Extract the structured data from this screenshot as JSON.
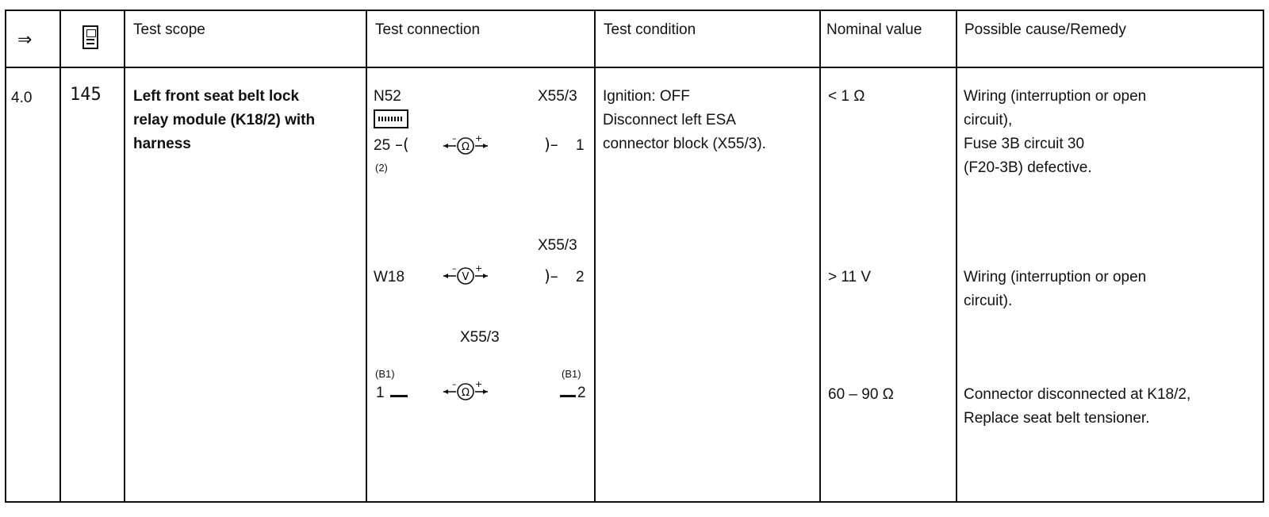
{
  "header": {
    "arrow_symbol": "⇒",
    "icon": "tester-device-icon",
    "test_scope": "Test scope",
    "test_connection": "Test connection",
    "test_condition": "Test condition",
    "nominal_value": "Nominal value",
    "possible_cause": "Possible cause/Remedy"
  },
  "row": {
    "step": "4.0",
    "code": "145",
    "scope_lines": [
      "Left front seat belt lock",
      "relay module (K18/2) with",
      "harness"
    ],
    "connections": [
      {
        "left_top": "N52",
        "left_icon": "connector-block-icon",
        "left_pin": "25",
        "left_note": "(2)",
        "meter": "Ω",
        "right_top": "X55/3",
        "right_pin": "1"
      },
      {
        "left": "W18",
        "meter": "V",
        "right_top": "X55/3",
        "right_pin": "2"
      },
      {
        "center_top": "X55/3",
        "left_note": "(B1)",
        "left_pin": "1",
        "meter": "Ω",
        "right_note": "(B1)",
        "right_pin": "2"
      }
    ],
    "condition_lines": [
      "Ignition: OFF",
      "Disconnect left ESA",
      "connector block (X55/3)."
    ],
    "nominal": [
      "< 1 Ω",
      "> 11 V",
      "60 – 90 Ω"
    ],
    "causes": [
      [
        "Wiring (interruption or open",
        "circuit),",
        "Fuse 3B circuit 30",
        "(F20-3B) defective."
      ],
      [
        "Wiring (interruption or open",
        "circuit)."
      ],
      [
        "Connector disconnected at K18/2,",
        "Replace seat belt tensioner."
      ]
    ]
  }
}
